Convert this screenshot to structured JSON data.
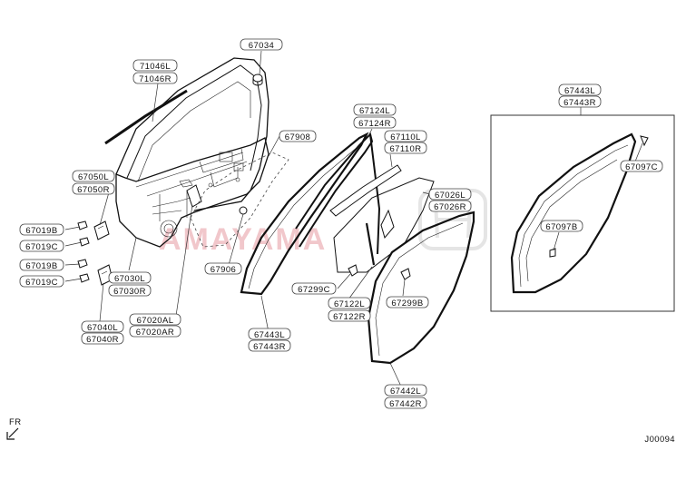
{
  "labels": {
    "l67034": "67034",
    "l71046L": "71046L",
    "l71046R": "71046R",
    "l67050L": "67050L",
    "l67050R": "67050R",
    "l67019B_a": "67019B",
    "l67019C_a": "67019C",
    "l67019B_b": "67019B",
    "l67019C_b": "67019C",
    "l67030L": "67030L",
    "l67030R": "67030R",
    "l67040L": "67040L",
    "l67040R": "67040R",
    "l67020AL": "67020AL",
    "l67020AR": "67020AR",
    "l67906": "67906",
    "l67908": "67908",
    "l67124L": "67124L",
    "l67124R": "67124R",
    "l67110L": "67110L",
    "l67110R": "67110R",
    "l67026L": "67026L",
    "l67026R": "67026R",
    "l67299C": "67299C",
    "l67122L": "67122L",
    "l67122R": "67122R",
    "l67299B": "67299B",
    "l67443L_a": "67443L",
    "l67443R_a": "67443R",
    "l67442L": "67442L",
    "l67442R": "67442R",
    "l67443L_b": "67443L",
    "l67443R_b": "67443R",
    "l67097C": "67097C",
    "l67097B": "67097B"
  },
  "watermark": "AMAYAMA",
  "front_marker": "FR",
  "diagram_code": "J00094",
  "colors": {
    "line": "#111111",
    "box_stroke": "#444444",
    "watermark": "#e8a0a6"
  },
  "icons": {
    "front_arrow": "arrow-down-left-icon",
    "clip": "clip-icon",
    "bolt": "bolt-icon"
  }
}
